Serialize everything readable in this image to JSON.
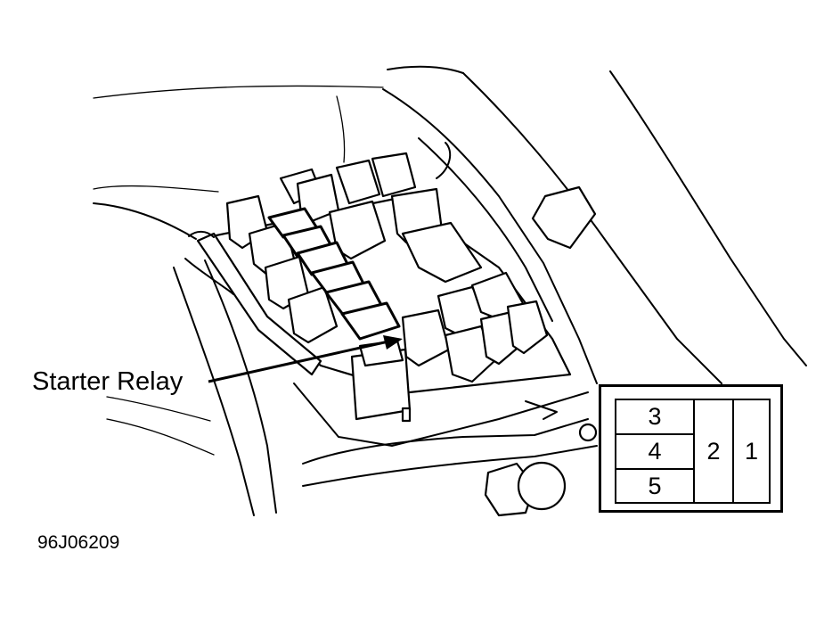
{
  "callout": {
    "label": "Starter Relay"
  },
  "figure_id": "96J06209",
  "terminal_key": {
    "cells": [
      "3",
      "4",
      "5",
      "2",
      "1"
    ]
  }
}
